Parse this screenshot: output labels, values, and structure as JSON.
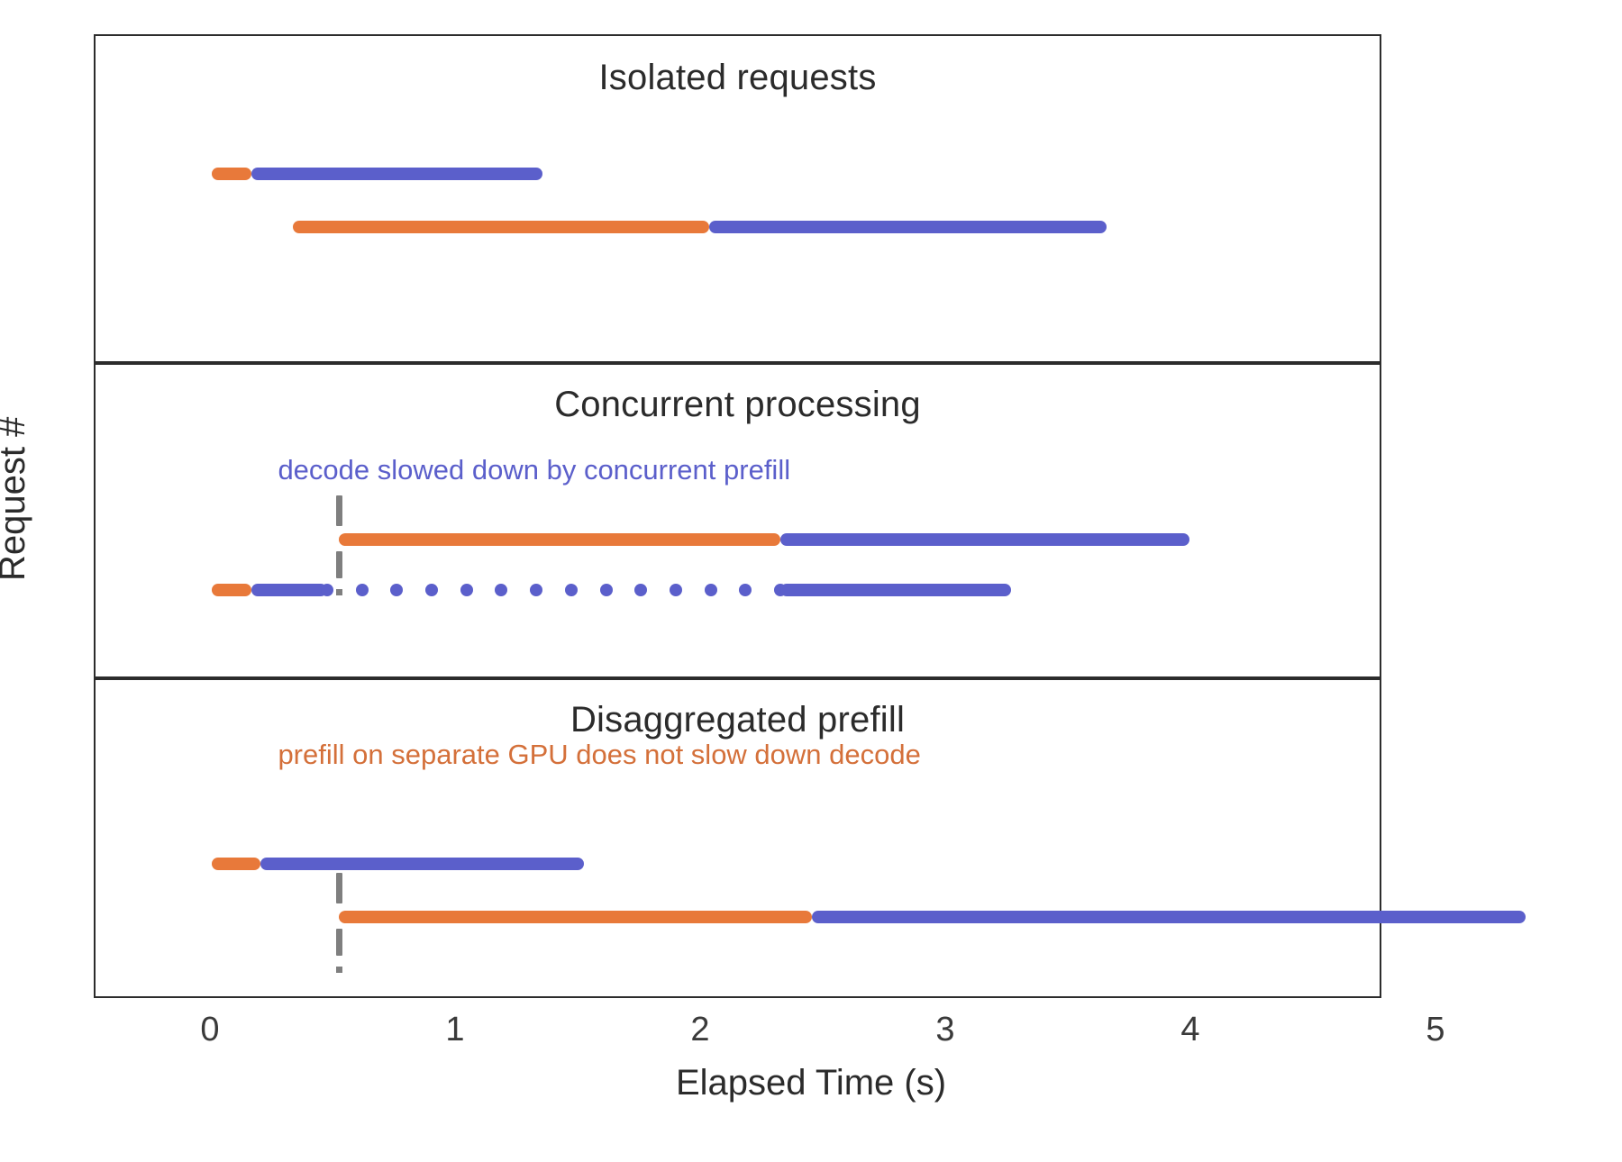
{
  "chart_data": {
    "type": "bar",
    "title": "",
    "xlabel": "Elapsed Time (s)",
    "ylabel": "Request #",
    "xlim": [
      -0.48,
      5.78
    ],
    "xticks": [
      0,
      1,
      2,
      3,
      4,
      5
    ],
    "xtick_labels": [
      "0",
      "1",
      "2",
      "3",
      "4",
      "5"
    ],
    "grid": false,
    "legend": "none",
    "colors": {
      "prefill": "#e8793a",
      "decode": "#5b5fcb",
      "arrival_marker": "#7f7f7f",
      "panel_border": "#2c2c2c",
      "text": "#2b2b2b"
    },
    "panels": [
      {
        "title": "Isolated requests",
        "annotation": null,
        "requests": [
          {
            "id": 0,
            "arrival": null,
            "prefill_start": 0.0,
            "prefill_end": 0.16,
            "decode_start": 0.16,
            "decode_end": 1.35,
            "decode_dense": true
          },
          {
            "id": 1,
            "arrival": null,
            "prefill_start": 0.33,
            "prefill_end": 2.03,
            "decode_start": 2.03,
            "decode_end": 3.65,
            "decode_dense": true
          }
        ]
      },
      {
        "title": "Concurrent processing",
        "annotation": {
          "text": "decode slowed down by concurrent prefill",
          "color": "prefill_slow_blue",
          "x": 0.27,
          "style": "blue"
        },
        "requests": [
          {
            "id": 0,
            "arrival": null,
            "prefill_start": 0.0,
            "prefill_end": 0.16,
            "decode_start": 0.16,
            "decode_end": 3.26,
            "decode_dense": false,
            "sparse_from": 0.47,
            "sparse_to": 2.32,
            "sparse_count": 13
          },
          {
            "id": 1,
            "arrival": 0.52,
            "prefill_start": 0.52,
            "prefill_end": 2.32,
            "decode_start": 2.32,
            "decode_end": 3.99,
            "decode_dense": true
          }
        ]
      },
      {
        "title": "Disaggregated prefill",
        "annotation": {
          "text": "prefill on separate GPU does not slow down decode",
          "x": 0.27,
          "style": "orange"
        },
        "requests": [
          {
            "id": 0,
            "arrival": null,
            "prefill_start": 0.0,
            "prefill_end": 0.2,
            "decode_start": 0.2,
            "decode_end": 1.52,
            "decode_dense": true
          },
          {
            "id": 1,
            "arrival": 0.52,
            "prefill_start": 0.52,
            "prefill_end": 2.45,
            "decode_start": 2.45,
            "decode_end": 5.36,
            "decode_dense": true
          }
        ]
      }
    ]
  },
  "axis": {
    "xlabel": "Elapsed Time (s)",
    "ylabel": "Request #",
    "ticks": [
      "0",
      "1",
      "2",
      "3",
      "4",
      "5"
    ]
  },
  "panels": {
    "p0_title": "Isolated requests",
    "p1_title": "Concurrent processing",
    "p2_title": "Disaggregated prefill",
    "p1_annotation": "decode slowed down by concurrent prefill",
    "p2_annotation": "prefill on separate GPU does not slow down decode"
  }
}
